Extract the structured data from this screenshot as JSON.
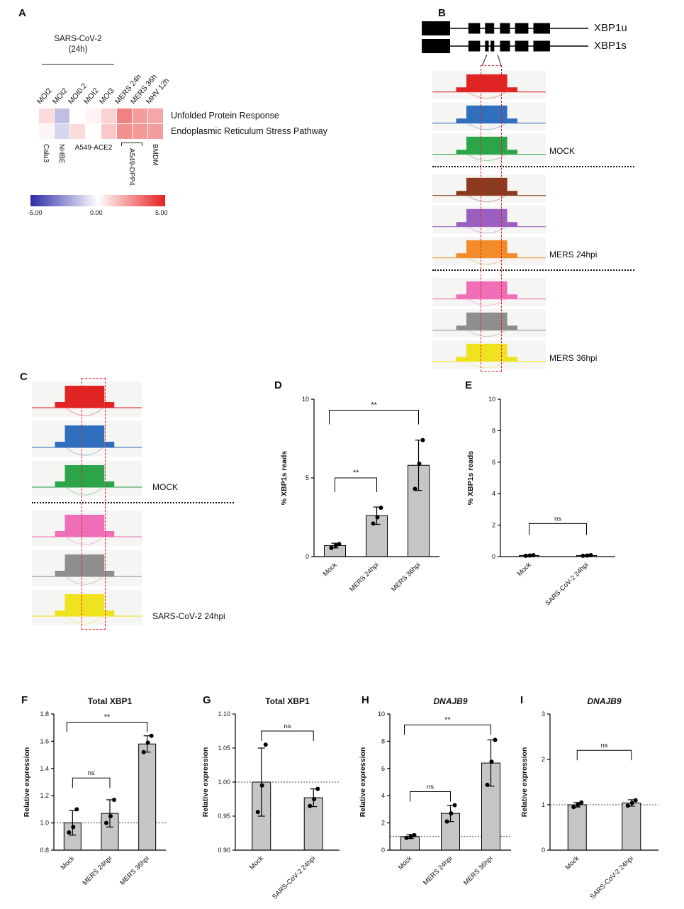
{
  "panel_labels": {
    "A": "A",
    "B": "B",
    "C": "C",
    "D": "D",
    "E": "E",
    "F": "F",
    "G": "G",
    "H": "H",
    "I": "I"
  },
  "panel_a": {
    "group_title_line1": "SARS-CoV-2",
    "group_title_line2": "(24h)",
    "columns": [
      "MOI2",
      "MOI2",
      "MOI0.2",
      "MOI2",
      "MOI3",
      "MERS 24h",
      "MERS 36h",
      "MHV 12h"
    ],
    "rows": [
      "Unfolded Protein Response",
      "Endoplasmic Reticulum Stress Pathway"
    ],
    "values": [
      [
        0.8,
        -1.5,
        0,
        0.3,
        1.0,
        2.8,
        2.2,
        2.0
      ],
      [
        0.2,
        -1.0,
        0.8,
        0,
        1.2,
        2.5,
        2.3,
        2.2
      ]
    ],
    "cell_lines": [
      {
        "label": "Calu3",
        "col_start": 0,
        "col_end": 0,
        "vertical": true
      },
      {
        "label": "NHBE",
        "col_start": 1,
        "col_end": 1,
        "vertical": true
      },
      {
        "label": "A549-ACE2",
        "col_start": 2,
        "col_end": 4,
        "vertical": false
      },
      {
        "label": "A549-DPP4",
        "col_start": 5,
        "col_end": 6,
        "vertical": true,
        "bracket": true
      },
      {
        "label": "BMDM",
        "col_start": 7,
        "col_end": 7,
        "vertical": true
      }
    ],
    "colorbar": {
      "min": -5,
      "max": 5,
      "min_label": "-5.00",
      "mid_label": "0.00",
      "max_label": "5.00",
      "neg_color": "#2b2ba6",
      "pos_color": "#e62020"
    }
  },
  "panel_b": {
    "gene_models": [
      {
        "name": "XBP1u",
        "exons": [
          [
            0.0,
            0.17,
            1.0
          ],
          [
            0.28,
            0.07,
            0.75
          ],
          [
            0.38,
            0.055,
            0.75
          ],
          [
            0.47,
            0.06,
            0.75
          ],
          [
            0.56,
            0.08,
            0.75
          ],
          [
            0.67,
            0.1,
            0.75
          ]
        ]
      },
      {
        "name": "XBP1s",
        "exons": [
          [
            0.0,
            0.17,
            1.0
          ],
          [
            0.28,
            0.07,
            0.75
          ],
          [
            0.38,
            0.022,
            0.75
          ],
          [
            0.413,
            0.022,
            0.75
          ],
          [
            0.47,
            0.06,
            0.75
          ],
          [
            0.56,
            0.08,
            0.75
          ],
          [
            0.67,
            0.1,
            0.75
          ]
        ]
      }
    ],
    "track_colors": [
      "#e02424",
      "#2f6fbe",
      "#2ca44a",
      "#8a3a1e",
      "#9a5fc0",
      "#f28c28",
      "#f06eb8",
      "#8e8e8e",
      "#efe31f"
    ],
    "groups": [
      {
        "after": 3,
        "label": "MOCK",
        "line": true
      },
      {
        "after": 6,
        "label": "MERS 24hpi",
        "line": true
      },
      {
        "after": 9,
        "label": "MERS 36hpi",
        "line": false
      }
    ]
  },
  "panel_c": {
    "track_colors": [
      "#e02424",
      "#2f6fbe",
      "#2ca44a",
      "#f06eb8",
      "#8e8e8e",
      "#efe31f"
    ],
    "groups": [
      {
        "after": 3,
        "label": "MOCK",
        "line": true
      },
      {
        "after": 6,
        "label": "SARS-CoV-2 24hpi",
        "line": false
      }
    ]
  },
  "chart_data": [
    {
      "panel": "D",
      "type": "bar",
      "title": "",
      "title_italic": false,
      "ylabel": "% XBP1s reads",
      "ylim": [
        0,
        10
      ],
      "yticks": [
        0,
        5,
        10
      ],
      "ytick_labels": [
        "0",
        "5",
        "10"
      ],
      "categories": [
        "Mock",
        "MERS 24hpi",
        "MERS 36hpi"
      ],
      "values": [
        0.7,
        2.6,
        5.8
      ],
      "errors": [
        0.15,
        0.55,
        1.6
      ],
      "points": [
        [
          0.55,
          0.7,
          0.8
        ],
        [
          2.1,
          2.5,
          3.1
        ],
        [
          4.3,
          5.9,
          7.4
        ]
      ],
      "dotted_line": null,
      "bar_color": "#c6c6c6",
      "brackets": [
        {
          "from": 0,
          "to": 1,
          "label": "**",
          "y": 5.0,
          "leg": 20,
          "from_offset": 0
        },
        {
          "from": 0,
          "to": 2,
          "label": "**",
          "y": 9.3,
          "leg": 20,
          "from_offset": -8
        }
      ]
    },
    {
      "panel": "E",
      "type": "bar",
      "title": "",
      "title_italic": false,
      "ylabel": "% XBP1s reads",
      "ylim": [
        0,
        10
      ],
      "yticks": [
        0,
        2,
        4,
        6,
        8,
        10
      ],
      "ytick_labels": [
        "0",
        "2",
        "4",
        "6",
        "8",
        "10"
      ],
      "categories": [
        "Mock",
        "SARS-CoV-2 24hpi"
      ],
      "values": [
        0.07,
        0.07
      ],
      "errors": [
        0.04,
        0.04
      ],
      "points": [
        [
          0.05,
          0.07,
          0.09
        ],
        [
          0.05,
          0.07,
          0.09
        ]
      ],
      "dotted_line": null,
      "bar_color": "#c6c6c6",
      "brackets": [
        {
          "from": 0,
          "to": 1,
          "label": "ns",
          "y": 2.1,
          "leg": 16,
          "from_offset": 0
        }
      ]
    },
    {
      "panel": "F",
      "type": "bar",
      "title": "Total XBP1",
      "title_italic": false,
      "ylabel": "Relative expression",
      "ylim": [
        0.8,
        1.8
      ],
      "yticks": [
        0.8,
        1.0,
        1.2,
        1.4,
        1.6,
        1.8
      ],
      "ytick_labels": [
        "0.8",
        "1.0",
        "1.2",
        "1.4",
        "1.6",
        "1.8"
      ],
      "categories": [
        "Mock",
        "MERS 24hpi",
        "MERS 36hpi"
      ],
      "values": [
        1.0,
        1.07,
        1.58
      ],
      "errors": [
        0.09,
        0.1,
        0.06
      ],
      "points": [
        [
          0.93,
          0.97,
          1.1
        ],
        [
          1.0,
          1.05,
          1.17
        ],
        [
          1.52,
          1.59,
          1.64
        ]
      ],
      "dotted_line": 1.0,
      "bar_color": "#c6c6c6",
      "brackets": [
        {
          "from": 0,
          "to": 1,
          "label": "ns",
          "y": 1.33,
          "leg": 14,
          "from_offset": 0
        },
        {
          "from": 0,
          "to": 2,
          "label": "**",
          "y": 1.74,
          "leg": 14,
          "from_offset": -8
        }
      ]
    },
    {
      "panel": "G",
      "type": "bar",
      "title": "Total XBP1",
      "title_italic": false,
      "ylabel": "Relative expression",
      "ylim": [
        0.9,
        1.1
      ],
      "yticks": [
        0.9,
        0.95,
        1.0,
        1.05,
        1.1
      ],
      "ytick_labels": [
        "0.90",
        "0.95",
        "1.00",
        "1.05",
        "1.10"
      ],
      "categories": [
        "Mock",
        "SARS-CoV-2 24hpi"
      ],
      "values": [
        1.0,
        0.977
      ],
      "errors": [
        0.05,
        0.013
      ],
      "points": [
        [
          0.956,
          0.995,
          1.055
        ],
        [
          0.965,
          0.975,
          0.99
        ]
      ],
      "dotted_line": 1.0,
      "bar_color": "#c6c6c6",
      "brackets": [
        {
          "from": 0,
          "to": 1,
          "label": "ns",
          "y": 1.075,
          "leg": 14,
          "from_offset": 0
        }
      ]
    },
    {
      "panel": "H",
      "type": "bar",
      "title": "DNAJB9",
      "title_italic": true,
      "ylabel": "Relative expression",
      "ylim": [
        0,
        10
      ],
      "yticks": [
        0,
        2,
        4,
        6,
        8,
        10
      ],
      "ytick_labels": [
        "0",
        "2",
        "4",
        "6",
        "8",
        "10"
      ],
      "categories": [
        "Mock",
        "MERS 24hpi",
        "MERS 36hpi"
      ],
      "values": [
        1.0,
        2.7,
        6.4
      ],
      "errors": [
        0.15,
        0.6,
        1.7
      ],
      "points": [
        [
          0.9,
          1.0,
          1.1
        ],
        [
          2.1,
          2.7,
          3.3
        ],
        [
          4.8,
          6.5,
          8.1
        ]
      ],
      "dotted_line": 1.0,
      "bar_color": "#c6c6c6",
      "brackets": [
        {
          "from": 0,
          "to": 1,
          "label": "ns",
          "y": 4.3,
          "leg": 14,
          "from_offset": 0
        },
        {
          "from": 0,
          "to": 2,
          "label": "**",
          "y": 9.2,
          "leg": 14,
          "from_offset": -8
        }
      ]
    },
    {
      "panel": "I",
      "type": "bar",
      "title": "DNAJB9",
      "title_italic": true,
      "ylabel": "Relative expression",
      "ylim": [
        0,
        3
      ],
      "yticks": [
        0,
        1,
        2,
        3
      ],
      "ytick_labels": [
        "0",
        "1",
        "2",
        "3"
      ],
      "categories": [
        "Mock",
        "SARS-CoV-2 24hpi"
      ],
      "values": [
        1.0,
        1.04
      ],
      "errors": [
        0.05,
        0.07
      ],
      "points": [
        [
          0.95,
          1.0,
          1.05
        ],
        [
          0.98,
          1.04,
          1.1
        ]
      ],
      "dotted_line": 1.0,
      "bar_color": "#c6c6c6",
      "brackets": [
        {
          "from": 0,
          "to": 1,
          "label": "ns",
          "y": 2.2,
          "leg": 14,
          "from_offset": 0
        }
      ]
    }
  ]
}
